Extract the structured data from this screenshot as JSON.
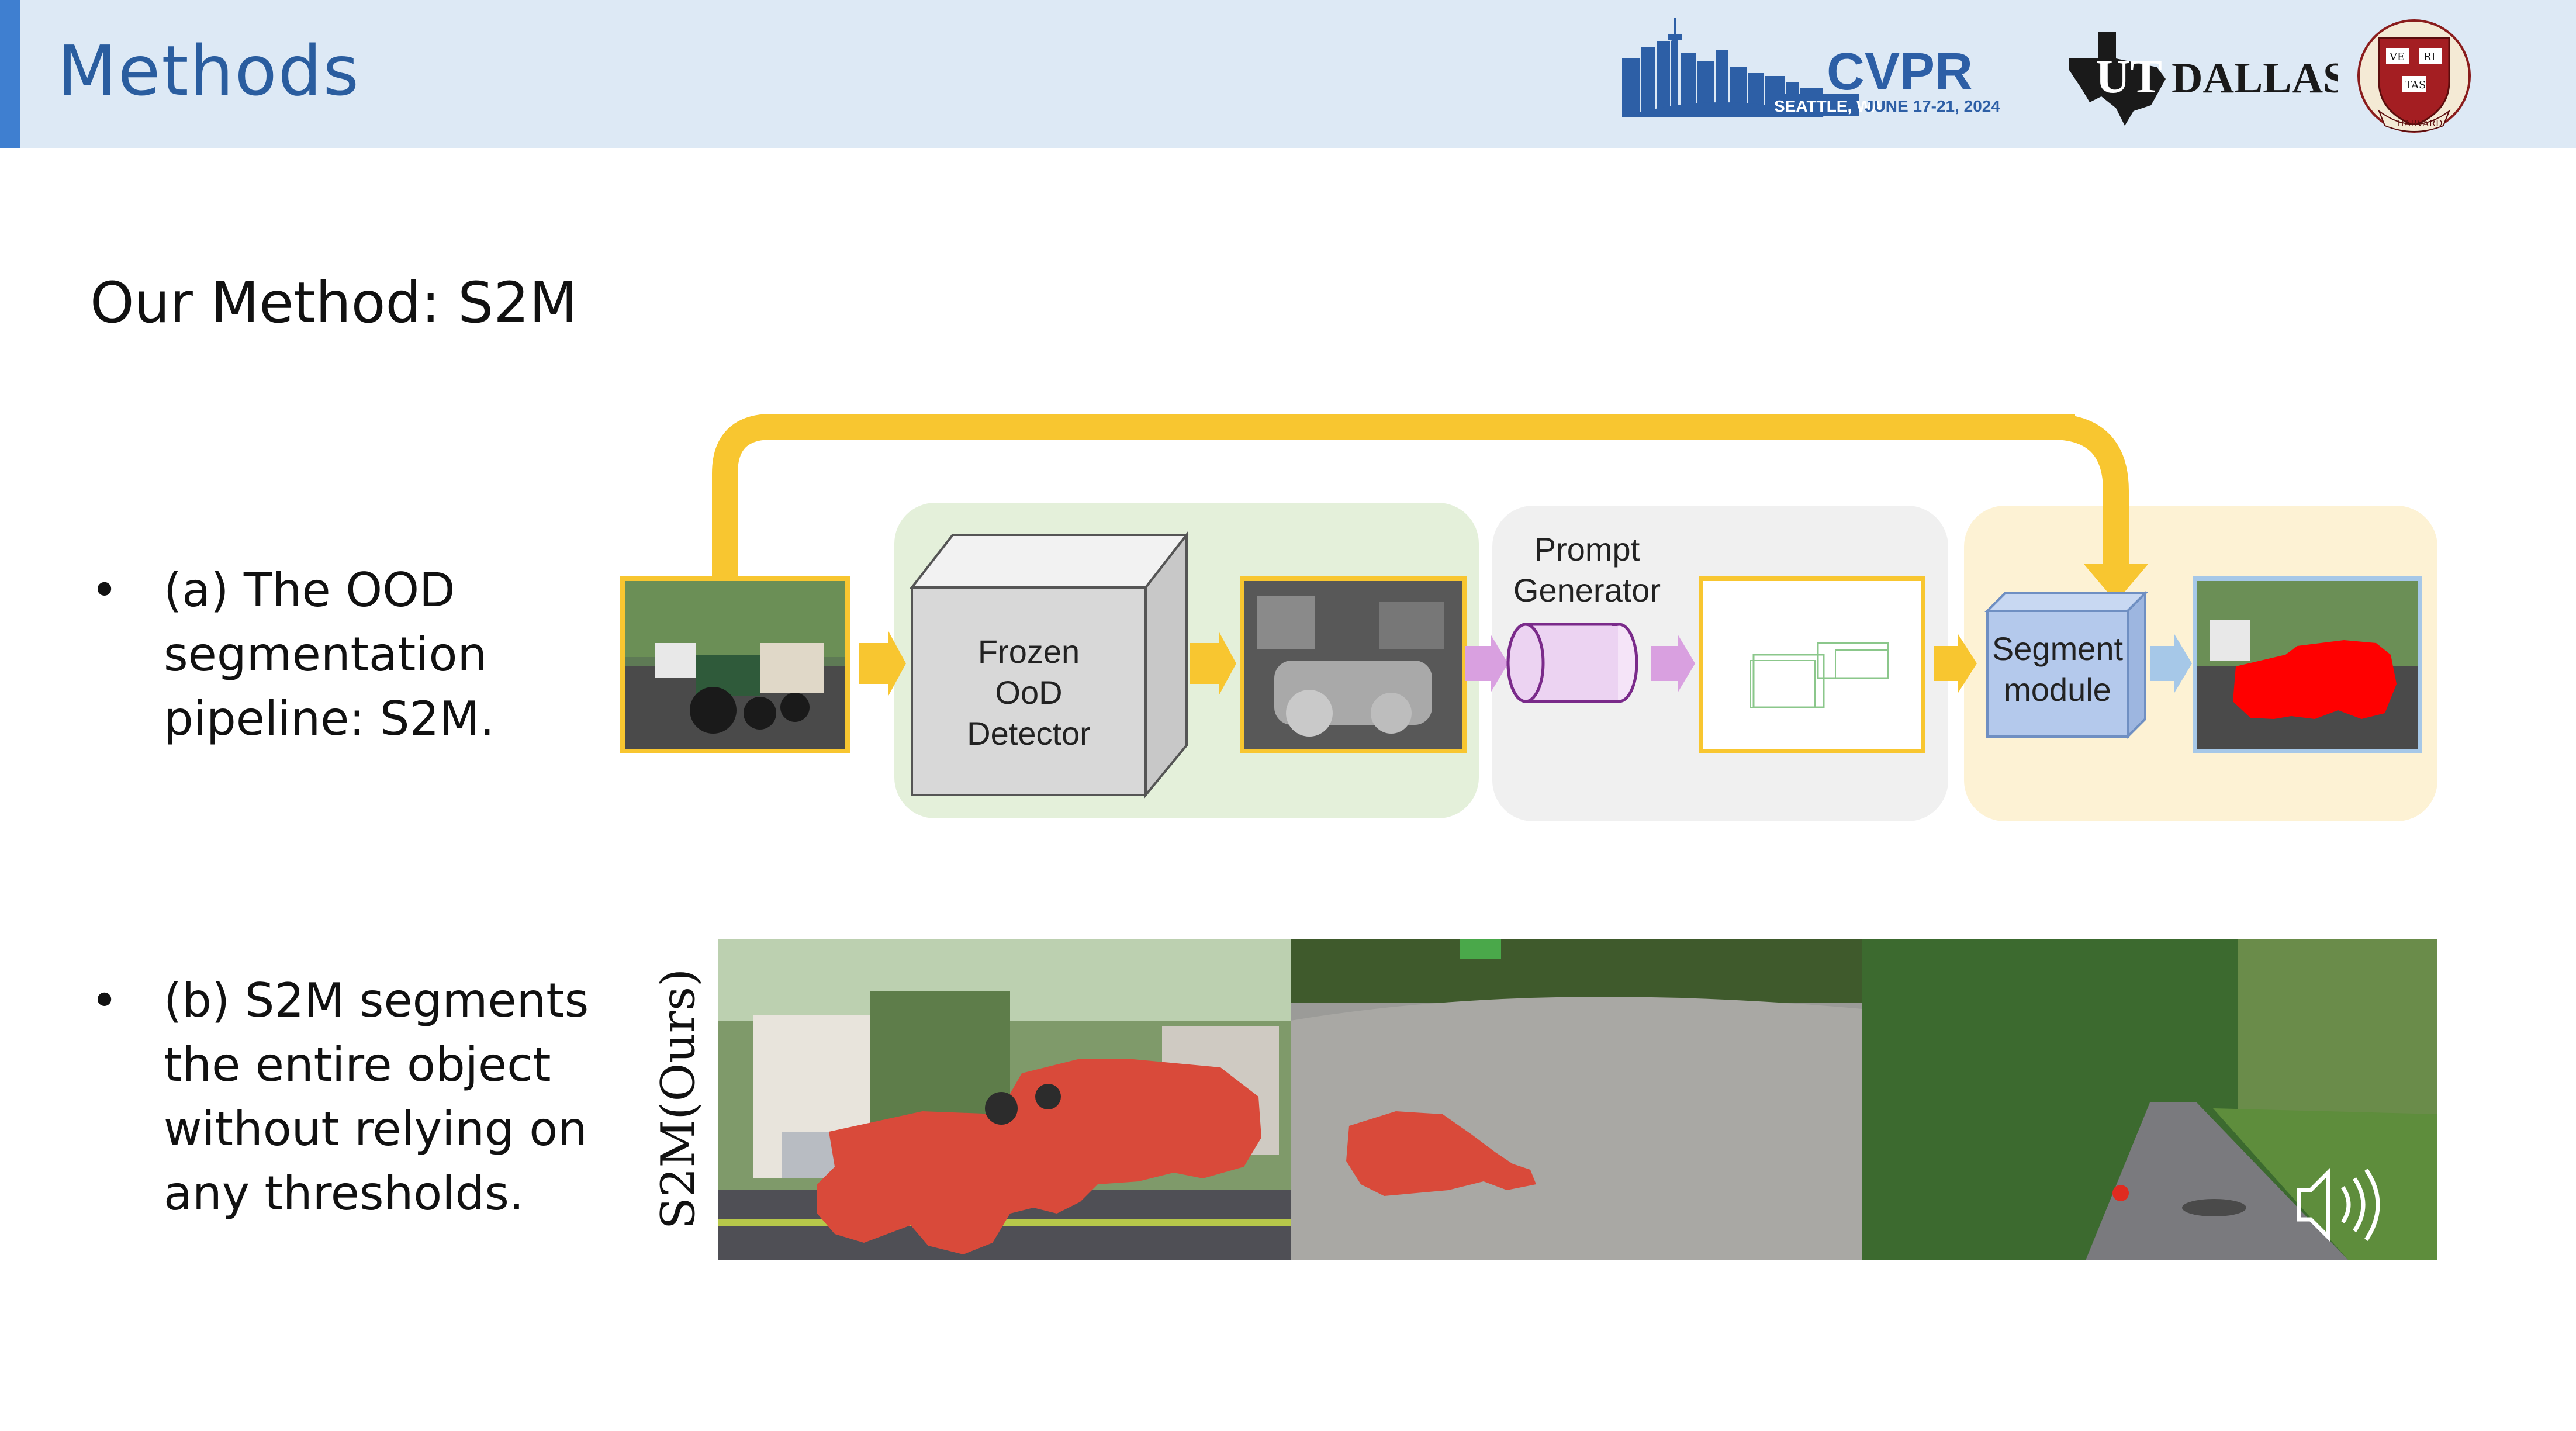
{
  "header": {
    "title": "Methods",
    "logos": {
      "cvpr": {
        "name": "CVPR",
        "location": "SEATTLE, WA",
        "dates": "JUNE 17-21, 2024"
      },
      "utd": {
        "prefix": "UT",
        "name": "DALLAS"
      },
      "harvard": {
        "ribbon": "HARVARD",
        "motto": [
          "VE",
          "RI",
          "TAS"
        ]
      }
    }
  },
  "slide": {
    "subtitle": "Our Method: S2M",
    "bullets": [
      {
        "marker": "•",
        "lines": [
          "(a) The OOD",
          "segmentation",
          "pipeline: S2M."
        ]
      },
      {
        "marker": "•",
        "lines": [
          "(b) S2M segments",
          "the entire object",
          "without relying on",
          "any thresholds."
        ]
      }
    ]
  },
  "pipeline": {
    "detector_label": [
      "Frozen",
      "OoD",
      "Detector"
    ],
    "prompt_label": [
      "Prompt",
      "Generator"
    ],
    "segment_label": [
      "Segment",
      "module"
    ]
  },
  "results": {
    "row_label": "S2M(Ours)"
  },
  "colors": {
    "header_bg": "#dde9f5",
    "accent": "#3f7fd0",
    "title": "#2a5d9f",
    "arrow_yellow": "#f8c630",
    "arrow_purple": "#d9a0e0",
    "arrow_blue": "#a6c8e8",
    "mask_red": "#d94a3a"
  },
  "icons": [
    "speaker-icon",
    "harvard-shield-icon",
    "texas-map-icon",
    "space-needle-skyline-icon"
  ]
}
